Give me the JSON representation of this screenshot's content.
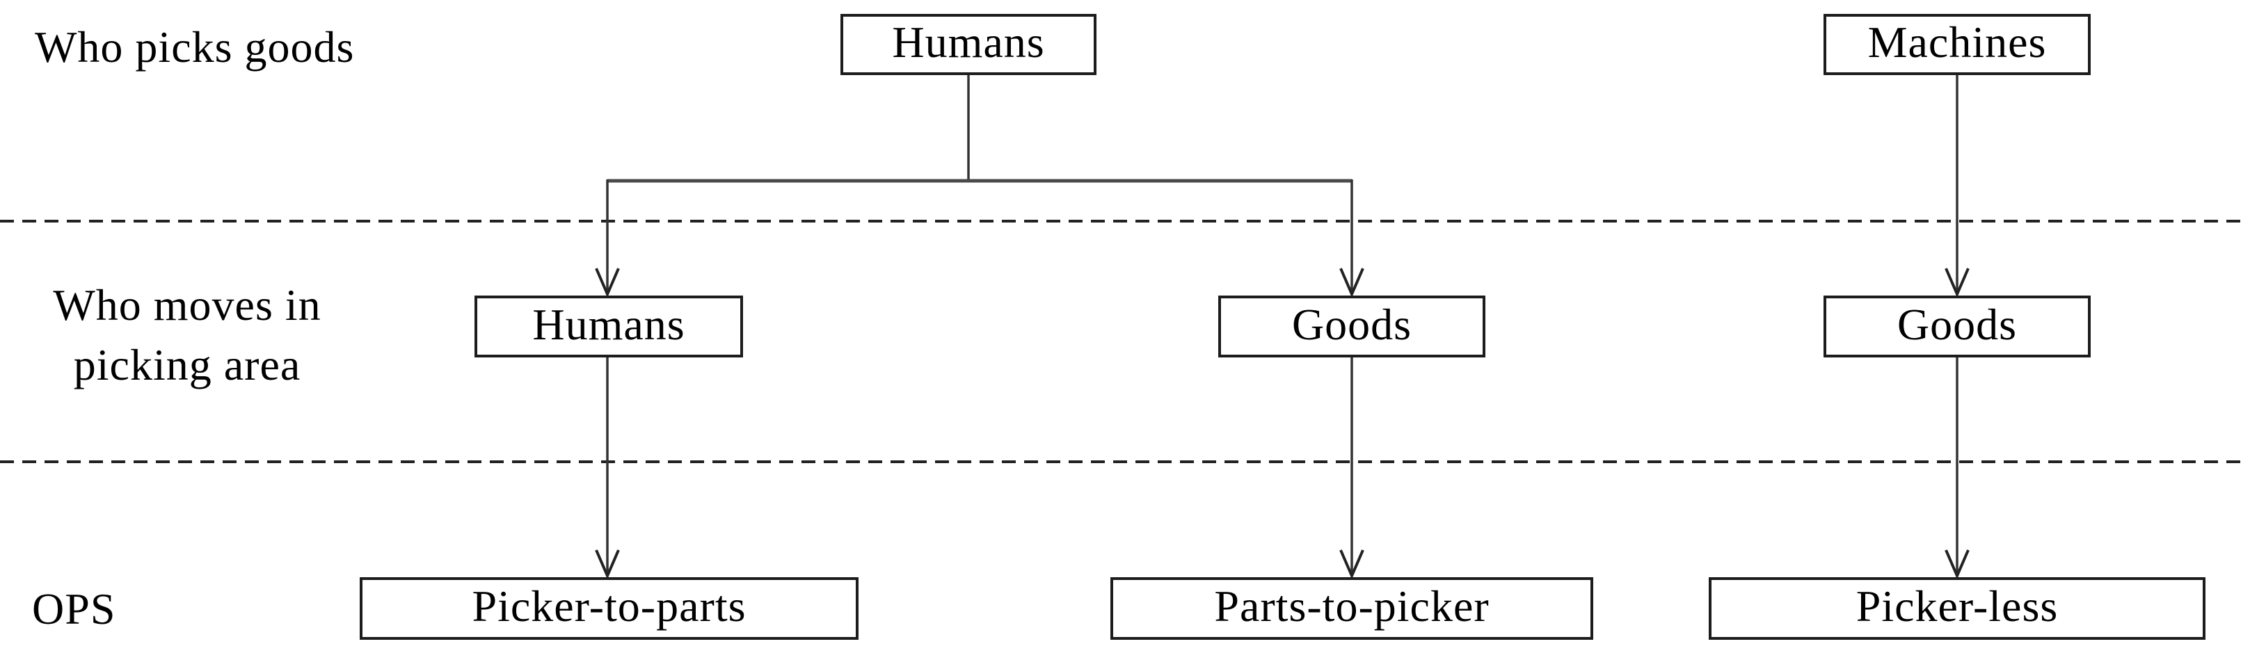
{
  "row_labels": {
    "who_picks": "Who picks goods",
    "who_moves_line1": "Who moves in",
    "who_moves_line2": "picking area",
    "ops": "OPS"
  },
  "nodes": {
    "who_picks_humans": "Humans",
    "who_picks_machines": "Machines",
    "who_moves_humans": "Humans",
    "who_moves_goods_center": "Goods",
    "who_moves_goods_right": "Goods",
    "ops_picker_to_parts": "Picker-to-parts",
    "ops_parts_to_picker": "Parts-to-picker",
    "ops_picker_less": "Picker-less"
  },
  "colors": {
    "background": "#ffffff",
    "box_border": "#1c1c1c",
    "line": "#333333",
    "branch_line": "#4a4a4a",
    "dashed_line": "#222222",
    "text": "#000000"
  }
}
